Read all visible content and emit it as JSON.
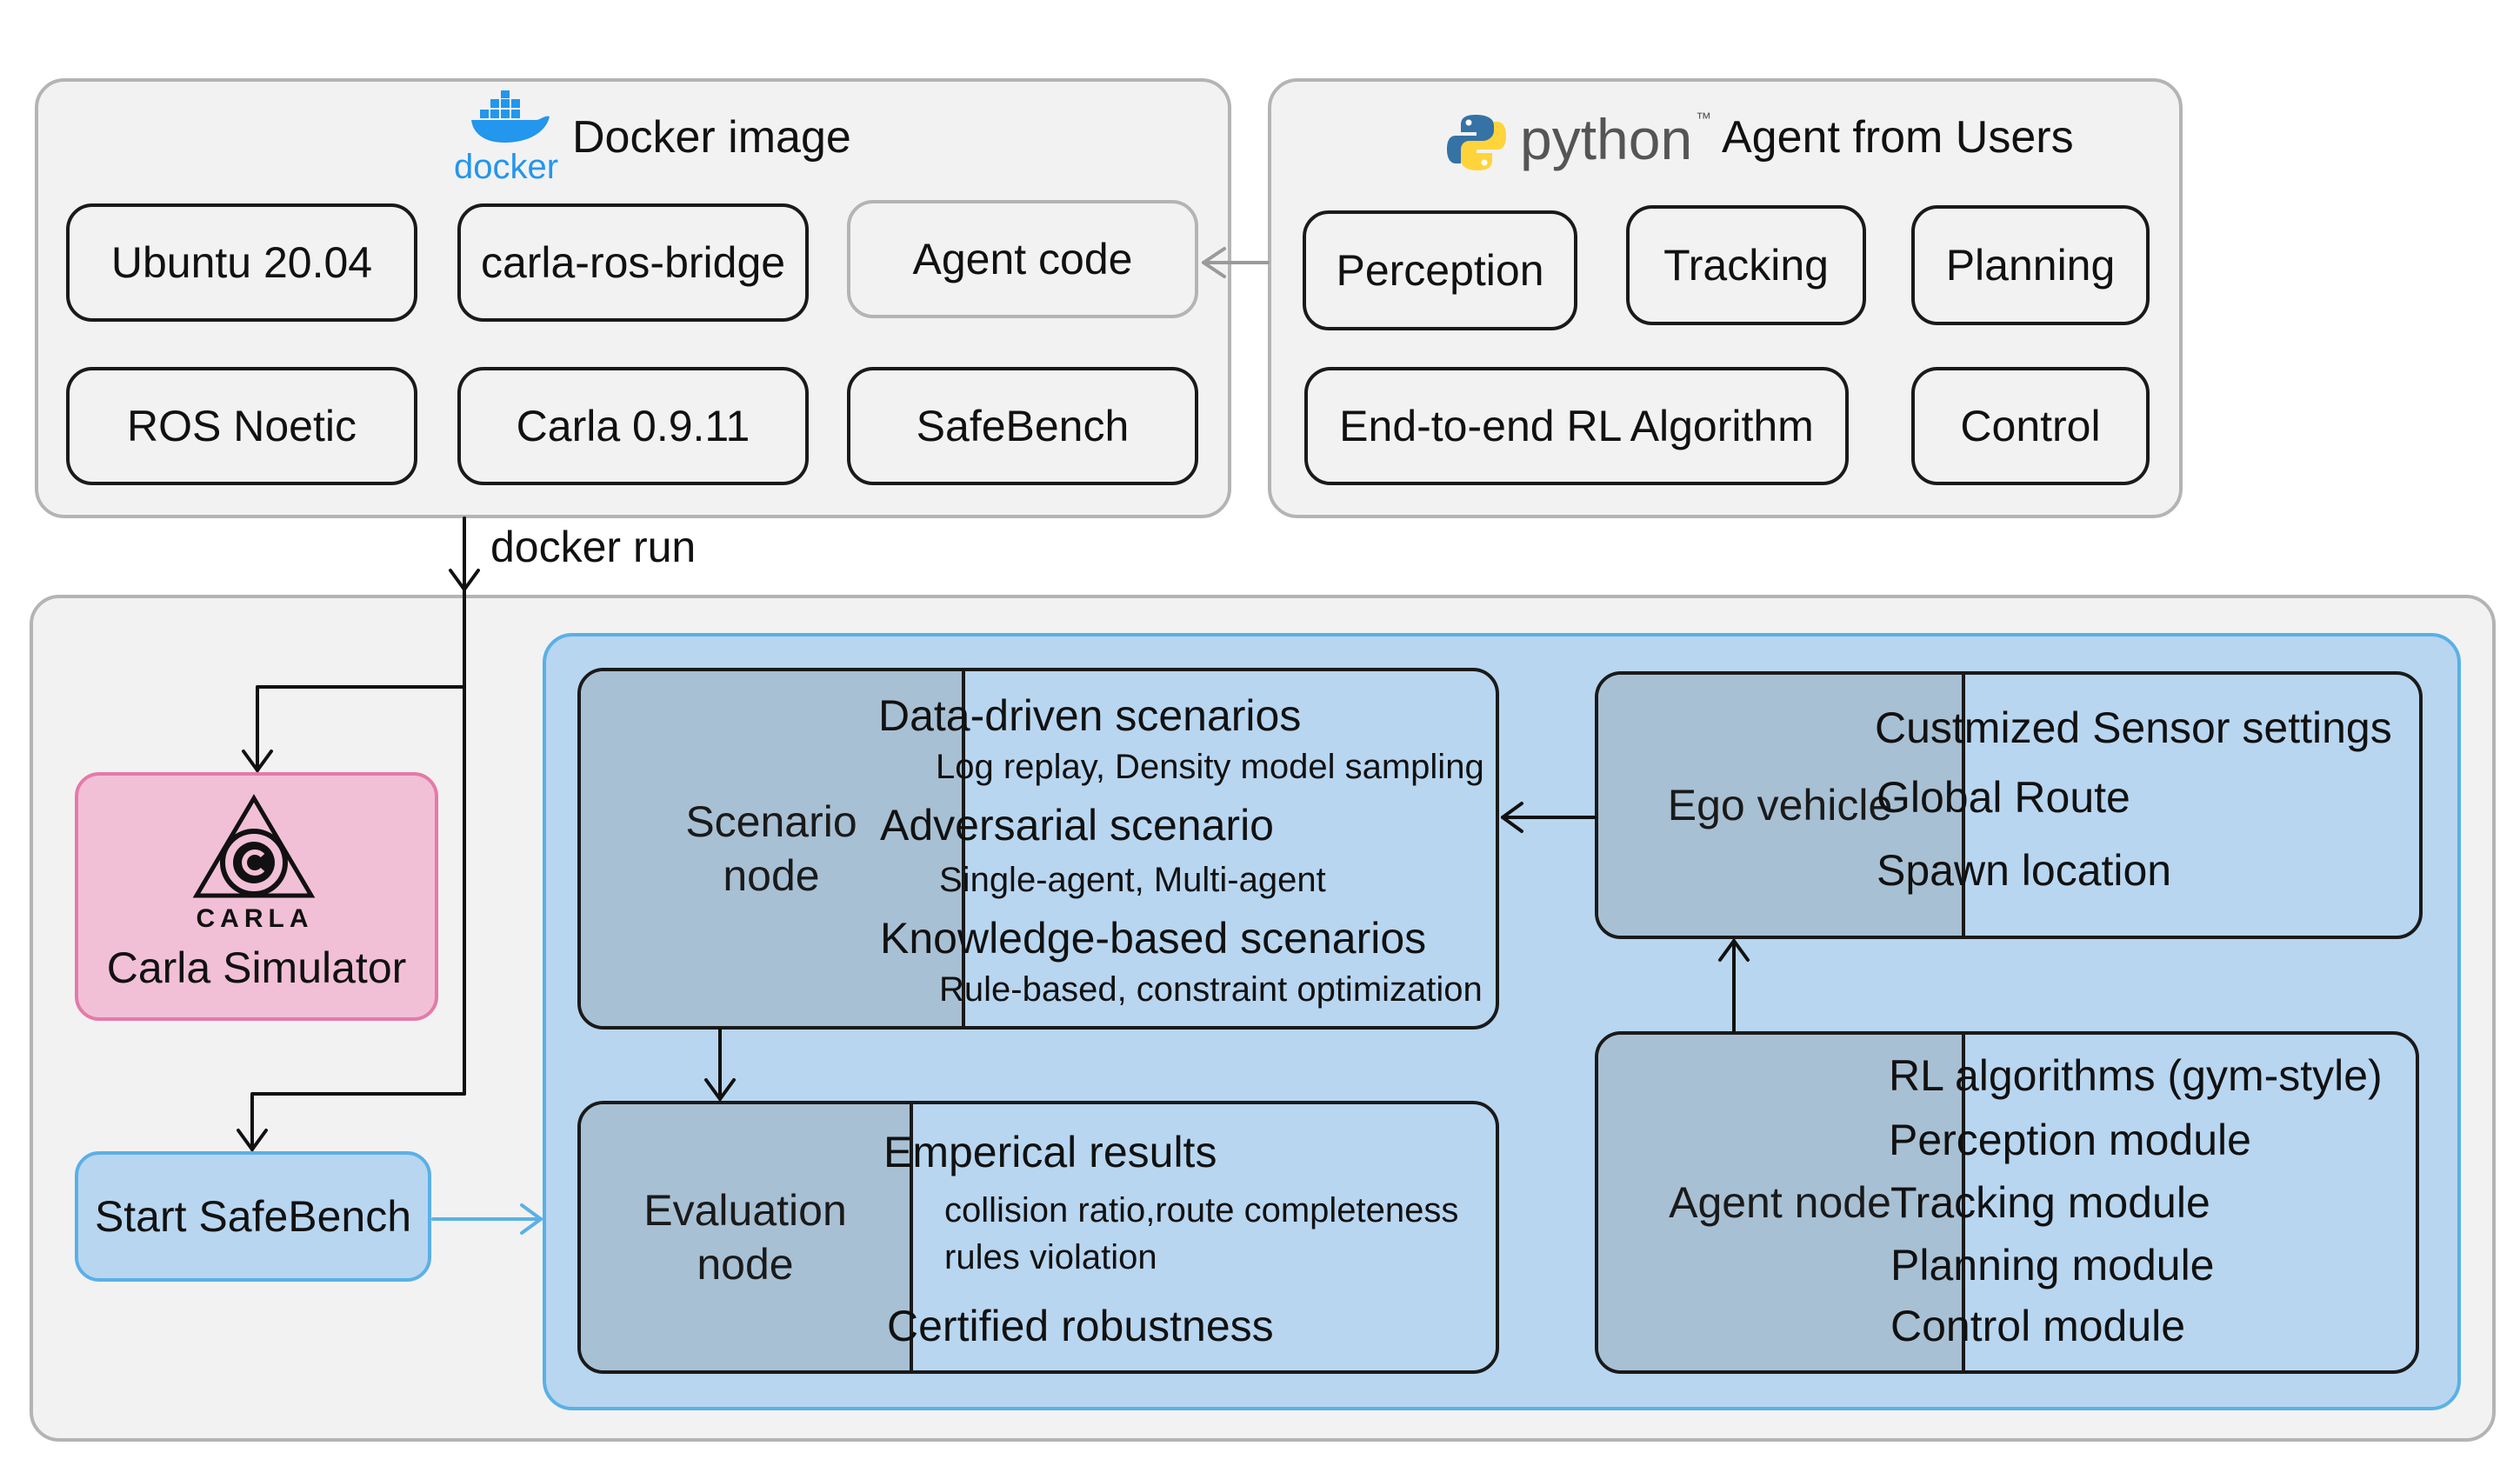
{
  "docker_panel": {
    "logo_text": "docker",
    "title": "Docker image",
    "components": [
      "Ubuntu 20.04",
      "carla-ros-bridge",
      "Agent code",
      "ROS Noetic",
      "Carla 0.9.11",
      "SafeBench"
    ]
  },
  "python_panel": {
    "logo_text": "python",
    "logo_tm": "™",
    "title": "Agent from Users",
    "components": [
      "Perception",
      "Tracking",
      "Planning",
      "End-to-end RL Algorithm",
      "Control"
    ]
  },
  "docker_run_label": "docker run",
  "carla": {
    "logo_text": "CARLA",
    "label": "Carla Simulator"
  },
  "start_label": "Start SafeBench",
  "scenario_node": {
    "title": "Scenario node",
    "items": [
      {
        "title": "Data-driven scenarios",
        "detail": "Log replay, Density model sampling"
      },
      {
        "title": "Adversarial scenario",
        "detail": "Single-agent, Multi-agent"
      },
      {
        "title": "Knowledge-based scenarios",
        "detail": "Rule-based, constraint optimization"
      }
    ]
  },
  "evaluation_node": {
    "title": "Evaluation node",
    "items": [
      {
        "title": "Emperical results",
        "details": [
          "collision ratio,route completeness",
          "rules violation"
        ]
      },
      {
        "title": "Certified robustness"
      }
    ]
  },
  "ego_node": {
    "title": "Ego vehicle",
    "items": [
      "Custmized Sensor settings",
      "Global Route",
      "Spawn location"
    ]
  },
  "agent_node": {
    "title": "Agent node",
    "items": [
      "RL algorithms (gym-style)",
      "Perception module",
      "Tracking module",
      "Planning module",
      "Control module"
    ]
  },
  "colors": {
    "panel_fill": "#f2f2f2",
    "panel_border": "#b4b4b4",
    "blue_area": "#b8d6f0",
    "blue_border": "#5ab0e6",
    "node_head": "#a8c0d4",
    "carla_fill": "#f2c0d6",
    "carla_border": "#e47aa8",
    "docker_blue": "#2396ed",
    "python_blue": "#3572a5",
    "python_yellow": "#ffd43b"
  }
}
